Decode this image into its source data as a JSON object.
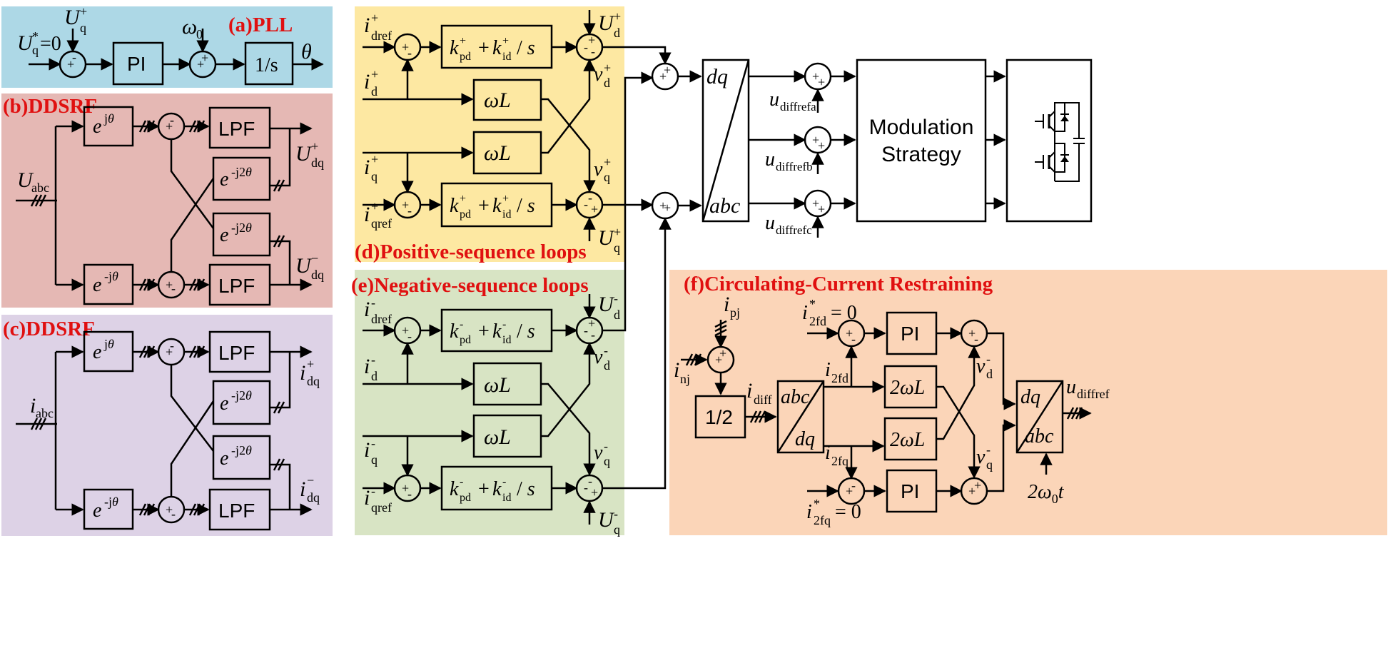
{
  "panels": {
    "pll": "(a)PLL",
    "ddsrf_u": "(b)DDSRF",
    "ddsrf_i": "(c)DDSRF",
    "pos": "(d)Positive-sequence loops",
    "neg": "(e)Negative-sequence loops",
    "ccr": "(f)Circulating-Current Restraining"
  },
  "blocks": {
    "pi": "PI",
    "integrator": "1/s",
    "lpf": "LPF",
    "wl": "ωL",
    "two_wl": "2ωL",
    "half": "1/2",
    "modulation": [
      "Modulation",
      "Strategy"
    ],
    "dq": "dq",
    "abc": "abc"
  },
  "signals": {
    "theta": "θ",
    "omega0": "ω",
    "omega0_sub": "0",
    "two_omega_t": [
      "2ω",
      "0",
      "t"
    ]
  },
  "colors": {
    "pll_bg": "#add8e6",
    "ddsrf_u_bg": "#e5b8b4",
    "ddsrf_i_bg": "#ddd2e6",
    "pos_bg": "#fde8a2",
    "neg_bg": "#d8e4c4",
    "ccr_bg": "#fbd5b8",
    "title": "#e01010"
  }
}
